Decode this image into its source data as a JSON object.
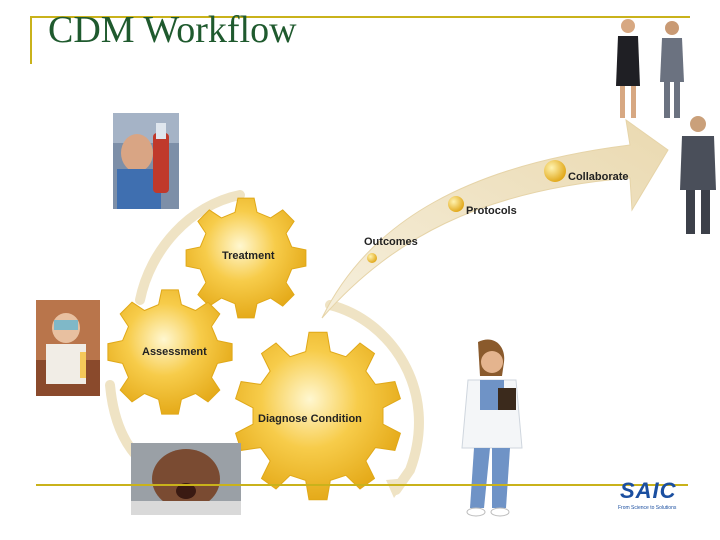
{
  "slide": {
    "title": "CDM Workflow"
  },
  "diagram": {
    "gears": [
      {
        "name": "gear-treatment",
        "label": "Treatment"
      },
      {
        "name": "gear-assessment",
        "label": "Assessment"
      },
      {
        "name": "gear-diagnose",
        "label": "Diagnose Condition"
      }
    ],
    "milestones": [
      {
        "name": "milestone-outcomes",
        "label": "Outcomes"
      },
      {
        "name": "milestone-protocols",
        "label": "Protocols"
      },
      {
        "name": "milestone-collaborate",
        "label": "Collaborate"
      }
    ]
  },
  "logo": {
    "text": "SAIC",
    "tagline": "From Science to Solutions"
  },
  "colors": {
    "accent_gold": "#c9b21b",
    "title_green": "#1f5a2e",
    "gear_gold": "#f0b81f",
    "arrow_cream": "#efe3c4",
    "logo_blue": "#1b4fa0"
  }
}
